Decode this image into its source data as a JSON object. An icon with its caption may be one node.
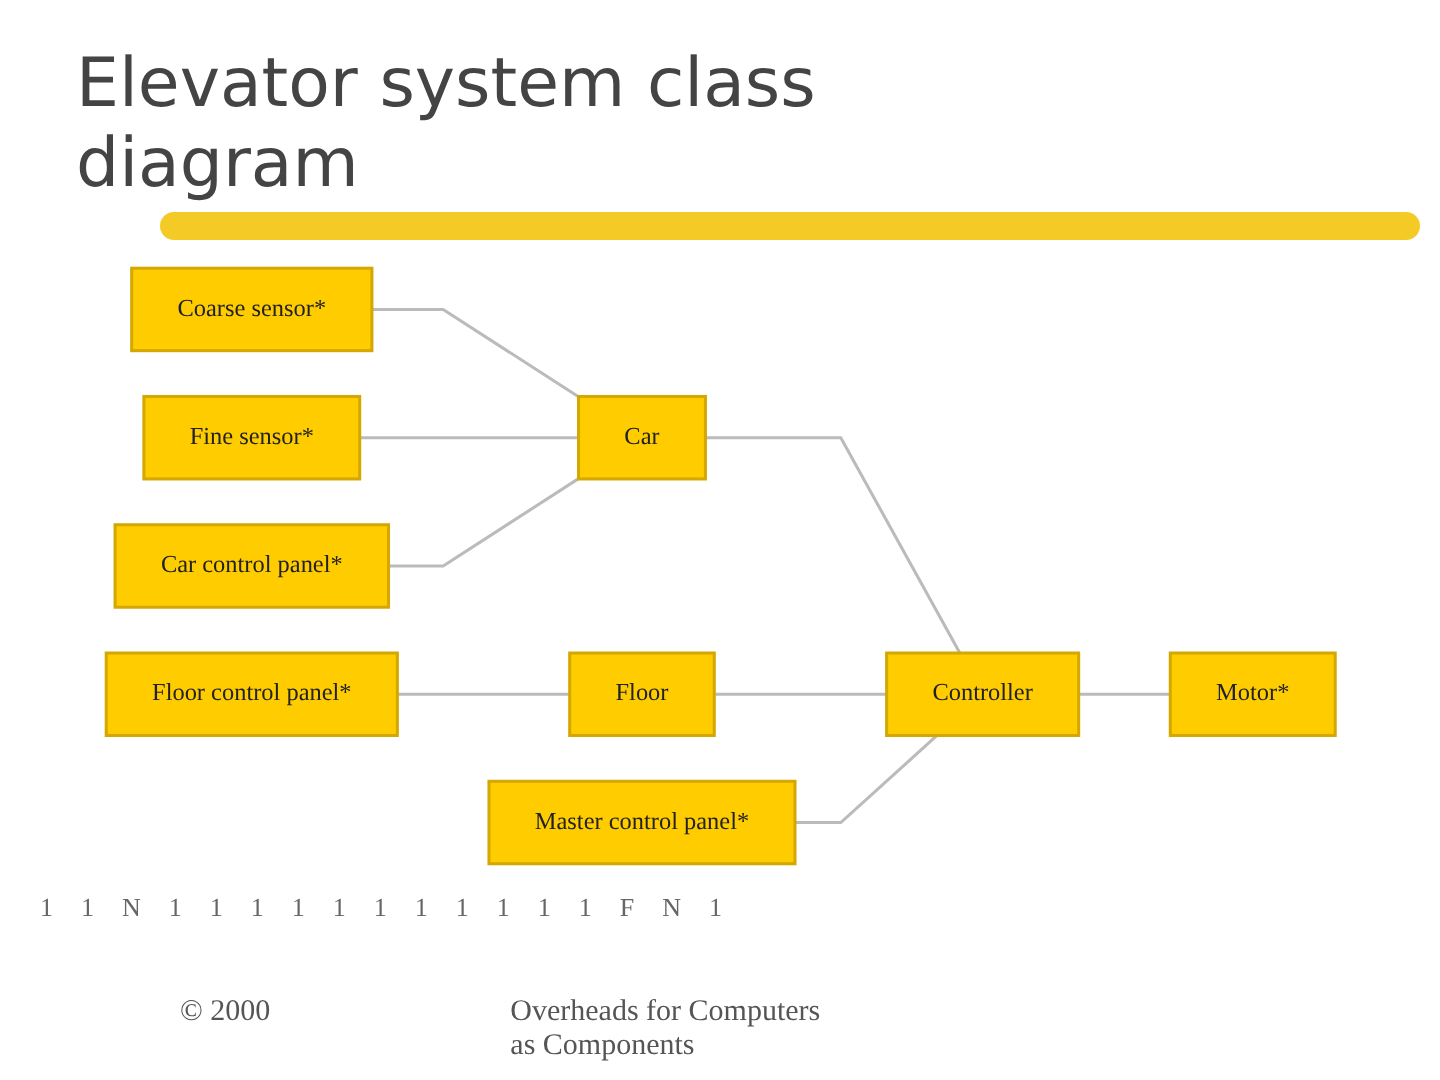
{
  "diagram": {
    "title": "Elevator system class diagram",
    "nodes": [
      {
        "text": [
          "Coarse sensor*"
        ]
      },
      {
        "text": [
          "Master control panel*"
        ]
      },
      {
        "text": [
          "Fine sensor*"
        ]
      },
      {
        "text": [
          "Car"
        ]
      },
      {
        "text": [
          "Controller"
        ]
      },
      {
        "text": [
          "Car control panel*"
        ]
      },
      {
        "text": [
          "Floor"
        ]
      },
      {
        "text": [
          "Motor*"
        ]
      },
      {
        "text": [
          "Floor control panel*"
        ]
      }
    ],
    "edges": [
      {
        "from": 0,
        "to": 3,
        "arrow": "none"
      },
      {
        "from": 2,
        "to": 3,
        "arrow": "none"
      },
      {
        "from": 5,
        "to": 3,
        "arrow": "none"
      },
      {
        "from": 8,
        "to": 6,
        "arrow": "none"
      },
      {
        "from": 3,
        "to": 4,
        "arrow": "none"
      },
      {
        "from": 6,
        "to": 4,
        "arrow": "none"
      },
      {
        "from": 1,
        "to": 4,
        "arrow": "none"
      },
      {
        "from": 4,
        "to": 7,
        "arrow": "none"
      }
    ],
    "labels": [
      "1",
      "1",
      "N",
      "1",
      "1",
      "1",
      "1",
      "1",
      "1",
      "1",
      "1",
      "1",
      "1",
      "1",
      "F",
      "N",
      "1",
      "© 2000",
      "Overheads for Computers as Components"
    ]
  }
}
